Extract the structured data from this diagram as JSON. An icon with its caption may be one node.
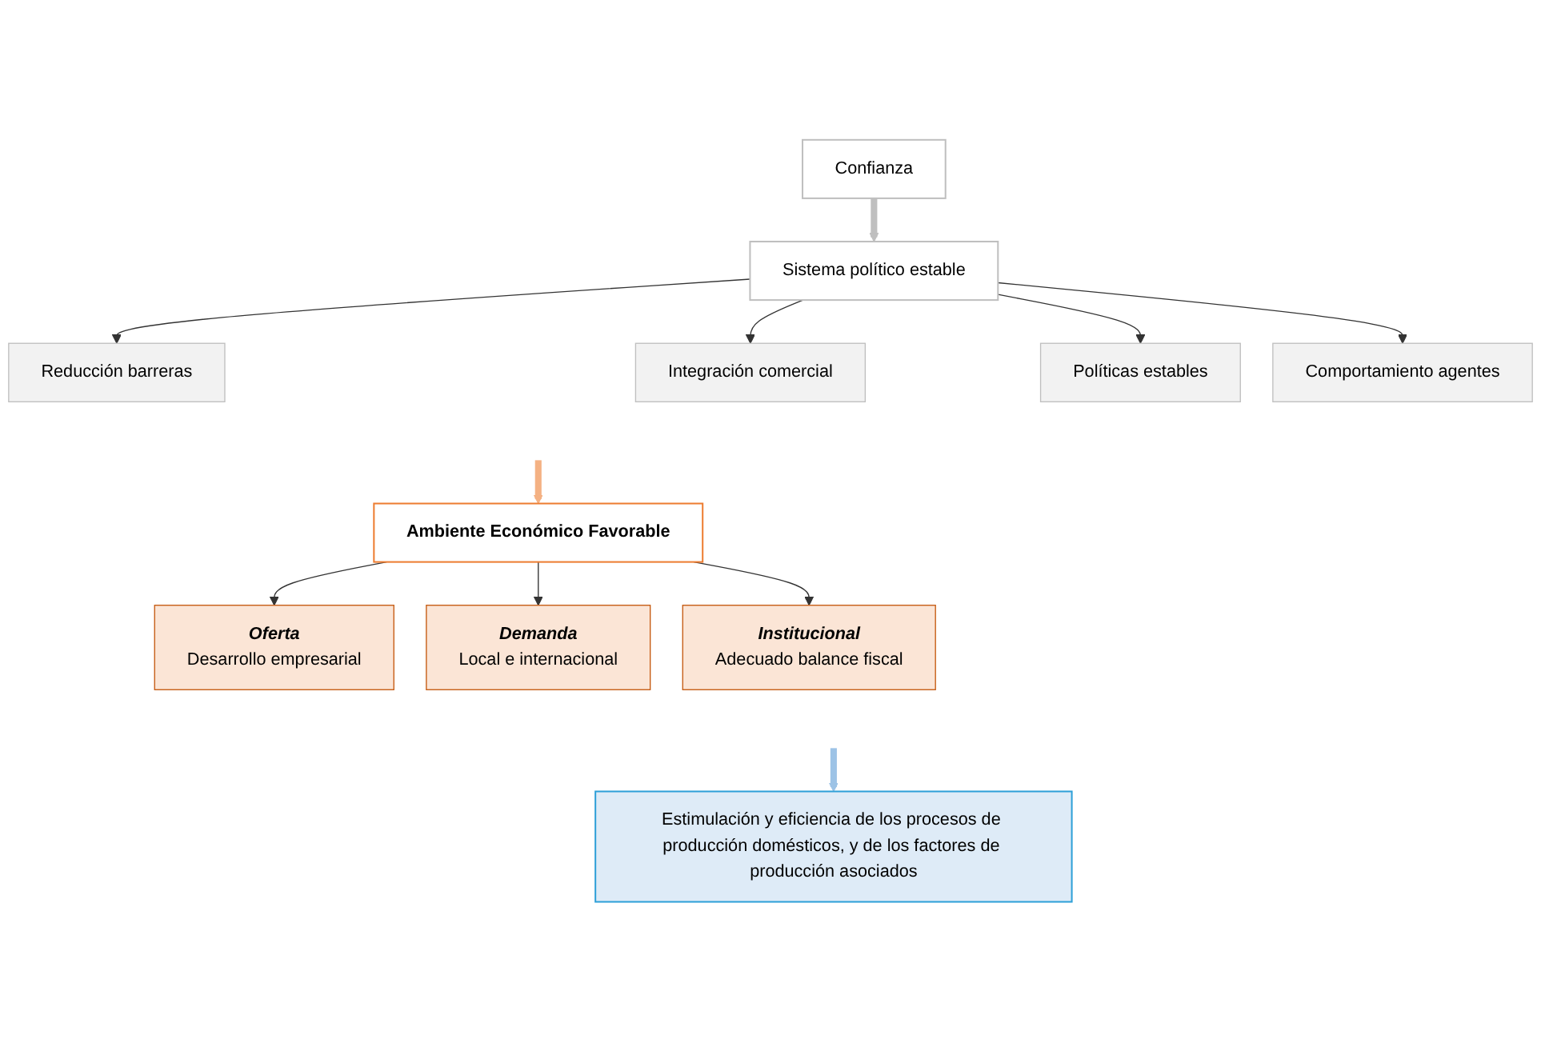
{
  "diagram": {
    "nodes": [
      {
        "text": [
          "Confianza"
        ]
      },
      {
        "text": [
          "Sistema político estable"
        ]
      },
      {
        "text": [
          "Reducción barreras"
        ]
      },
      {
        "text": [
          "Integración comercial"
        ]
      },
      {
        "text": [
          "Políticas estables"
        ]
      },
      {
        "text": [
          "Comportamiento agentes"
        ]
      },
      {
        "text": [
          "Ambiente Económico Favorable"
        ]
      },
      {
        "text": [
          "Oferta",
          "Desarrollo empresarial"
        ]
      },
      {
        "text": [
          "Demanda",
          "Local e internacional"
        ]
      },
      {
        "text": [
          "Institucional",
          "Adecuado balance fiscal"
        ]
      },
      {
        "text": [
          "Estimulación y eficiencia de los procesos de producción domésticos, y de los factores de producción asociados"
        ]
      }
    ],
    "edges": [
      {
        "from": 0,
        "to": 1,
        "arrow": "to",
        "style": "thick",
        "color": "#bfbfbf"
      },
      {
        "from": 1,
        "to": 2,
        "arrow": "to"
      },
      {
        "from": 1,
        "to": 3,
        "arrow": "to"
      },
      {
        "from": 1,
        "to": 4,
        "arrow": "to"
      },
      {
        "from": 1,
        "to": 5,
        "arrow": "to"
      },
      {
        "from": null,
        "to": 6,
        "arrow": "to",
        "style": "thick",
        "color": "#f4b183"
      },
      {
        "from": 6,
        "to": 7,
        "arrow": "to"
      },
      {
        "from": 6,
        "to": 8,
        "arrow": "to"
      },
      {
        "from": 6,
        "to": 9,
        "arrow": "to"
      },
      {
        "from": null,
        "to": 10,
        "arrow": "to",
        "style": "thick",
        "color": "#9dc3e6"
      }
    ]
  }
}
